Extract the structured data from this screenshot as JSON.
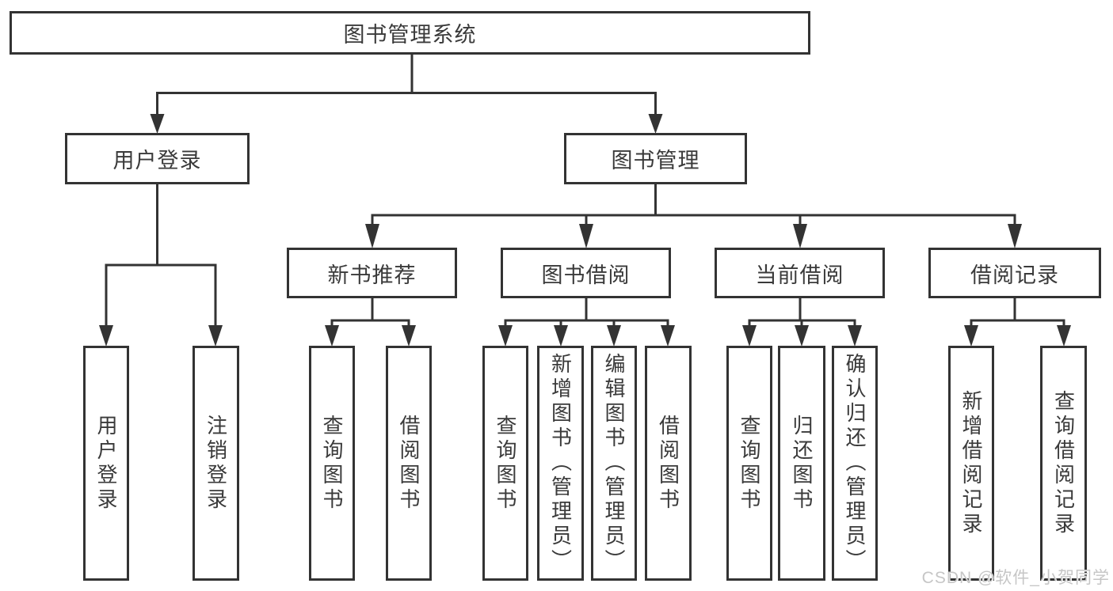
{
  "root": {
    "label": "图书管理系统"
  },
  "level2": [
    {
      "label": "用户登录",
      "leaves": [
        "用户登录",
        "注销登录"
      ]
    },
    {
      "label": "图书管理"
    }
  ],
  "level3": [
    {
      "label": "新书推荐",
      "leaves": [
        "查询图书",
        "借阅图书"
      ]
    },
    {
      "label": "图书借阅",
      "leaves": [
        "查询图书",
        "新增图书（管理员）",
        "编辑图书（管理员）",
        "借阅图书"
      ]
    },
    {
      "label": "当前借阅",
      "leaves": [
        "查询图书",
        "归还图书",
        "确认归还（管理员）"
      ]
    },
    {
      "label": "借阅记录",
      "leaves": [
        "新增借阅记录",
        "查询借阅记录"
      ]
    }
  ],
  "watermark": "CSDN @软件_小贺同学",
  "colors": {
    "line": "#333333",
    "text": "#3a3a3a",
    "watermark": "#c6c6c6",
    "background": "#ffffff"
  }
}
